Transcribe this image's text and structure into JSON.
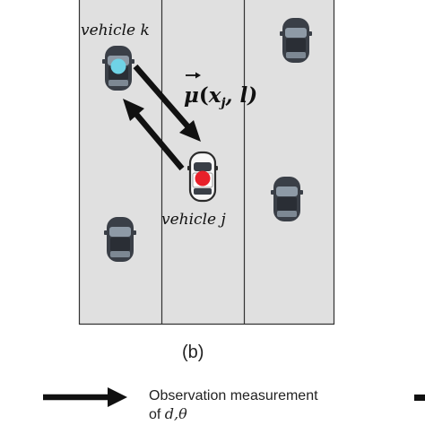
{
  "figure": {
    "vehicle_k_label": "vehicle k",
    "vehicle_j_label": "vehicle j",
    "mu_symbol": "μ",
    "mu_open": "(",
    "mu_x": "x",
    "mu_sub": "j",
    "mu_rest": ", l)",
    "panel_label": "(b)"
  },
  "legend": {
    "line1": "Observation measurement",
    "line2_prefix": "of ",
    "line2_vars": "d,θ"
  },
  "colors": {
    "road": "#e0e0e0",
    "lane_line": "#333333",
    "car_dark": "#3a3f47",
    "car_white": "#f7f7f7",
    "marker_target": "#6fd3e6",
    "marker_ego": "#e8202a",
    "arrow": "#111111"
  },
  "icons": {
    "car": "car-top-view-icon",
    "target_marker": "cyan-dot-icon",
    "ego_marker": "red-dot-icon"
  }
}
